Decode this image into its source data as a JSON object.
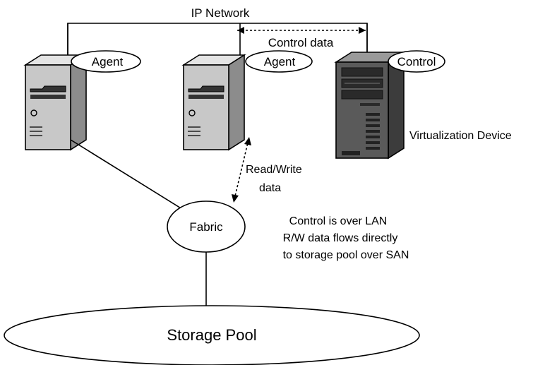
{
  "network": {
    "title": "IP Network",
    "control_data": "Control data"
  },
  "nodes": {
    "agent_left": "Agent",
    "agent_right": "Agent",
    "control": "Control",
    "virtualization_device": "Virtualization Device",
    "fabric": "Fabric",
    "storage_pool": "Storage Pool"
  },
  "rw_label": [
    "Read/Write",
    "data"
  ],
  "note": [
    "Control is over LAN",
    "R/W data flows directly",
    "to storage pool over SAN"
  ],
  "colors": {
    "server_front": "#c8c8c8",
    "server_side": "#8c8c8c",
    "server_top": "#e4e4e4",
    "tower_dark": "#5a5a5a",
    "tower_side": "#3c3c3c",
    "line": "#000000"
  }
}
